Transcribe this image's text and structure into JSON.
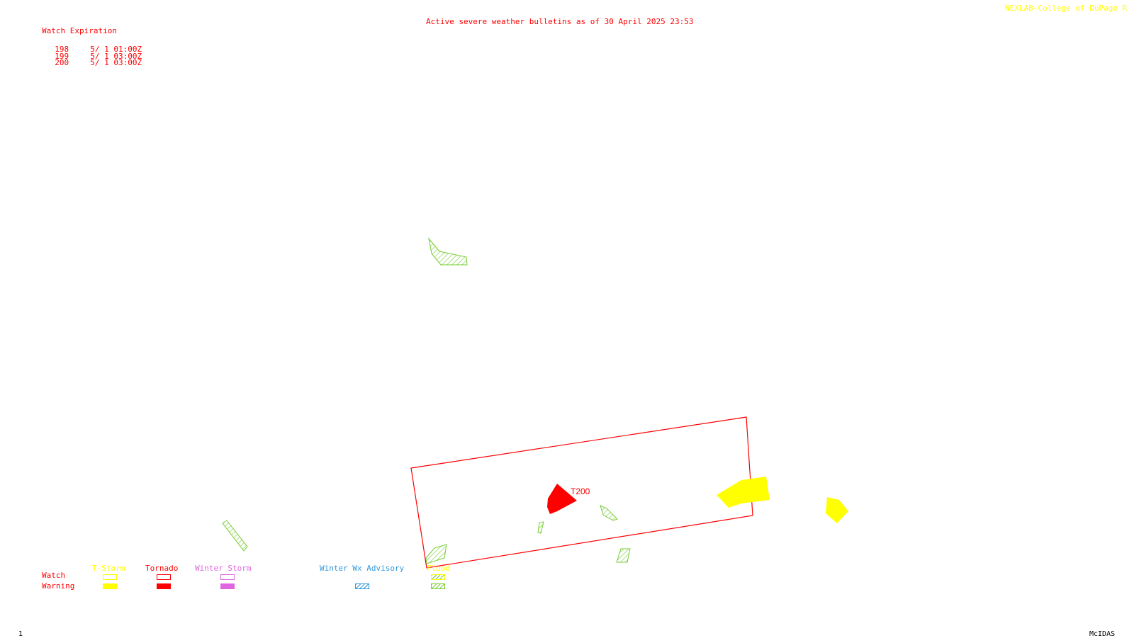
{
  "header": {
    "title": "Active severe weather bulletins as of 30 April 2025 23:53",
    "source": "NEXLAB-College of DuPage R",
    "title_color": "#ff0000",
    "source_color": "#ffff00"
  },
  "watch_table": {
    "heading": "Watch Expiration",
    "rows": [
      {
        "number": "198",
        "expires": "5/ 1 01:00Z"
      },
      {
        "number": "199",
        "expires": "5/ 1 03:00Z"
      },
      {
        "number": "200",
        "expires": "5/ 1 03:00Z"
      }
    ]
  },
  "map": {
    "watch_box_label": "T200",
    "colors": {
      "tornado": "#ff0000",
      "thunderstorm": "#ffff00",
      "winter_storm": "#e066e0",
      "winter_advisory": "#3399dd",
      "flood": "#77cc33"
    }
  },
  "legend": {
    "row_labels": {
      "watch": "Watch",
      "warning": "Warning"
    },
    "categories": [
      {
        "name": "T-Storm",
        "color": "#ffff00",
        "watch": "outline",
        "warning": "solid"
      },
      {
        "name": "Tornado",
        "color": "#ff0000",
        "watch": "outline",
        "warning": "solid"
      },
      {
        "name": "Winter Storm",
        "color": "#e066e0",
        "watch": "outline",
        "warning": "solid"
      },
      {
        "name": "Winter Wx Advisory",
        "color": "#3399dd",
        "watch": "none",
        "warning": "hatched"
      },
      {
        "name": "Flood",
        "color": "#77cc33",
        "watch": "hatched",
        "warning": "hatched"
      }
    ]
  },
  "footer": {
    "frame_number": "1",
    "software": "McIDAS"
  }
}
